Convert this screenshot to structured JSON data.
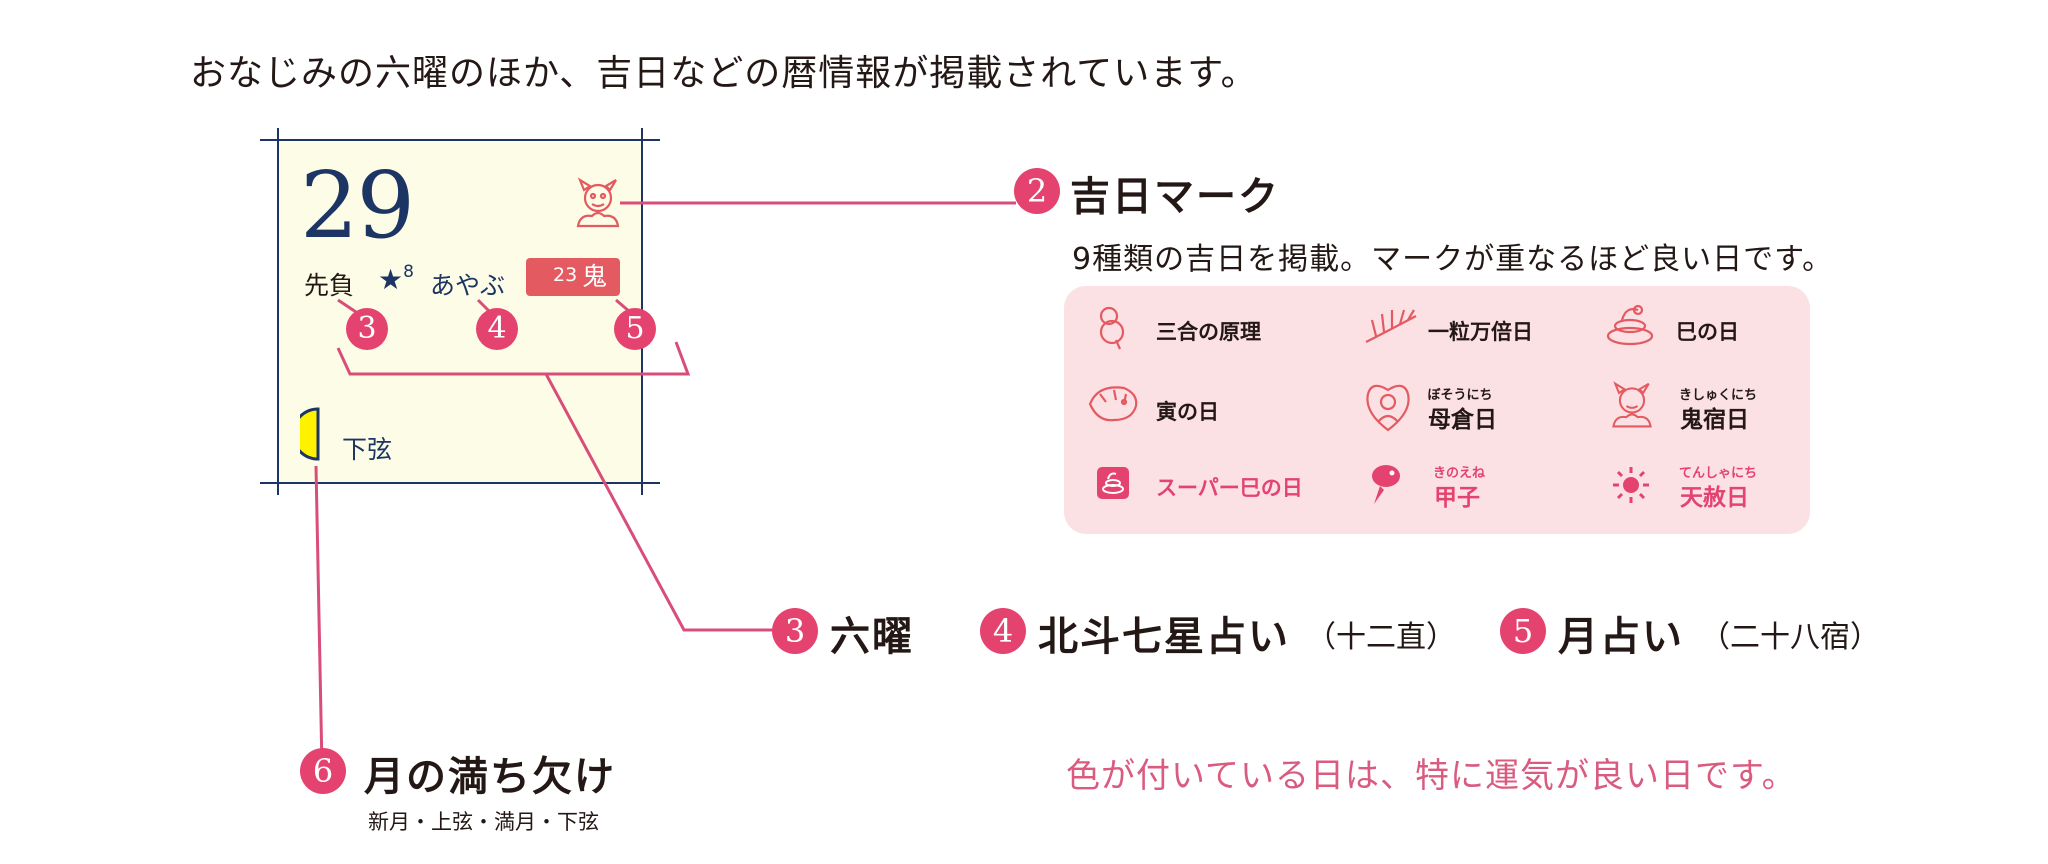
{
  "intro": "おなじみの六曜のほか、吉日などの暦情報が掲載されています。",
  "calendar": {
    "day": "29",
    "rokuyo": "先負",
    "star": "★",
    "star_num": "8",
    "hokuto": "あやぶ",
    "moon_age": "23",
    "mansion": "鬼",
    "phase": "下弦"
  },
  "markers": {
    "m2": "2",
    "m3": "3",
    "m4": "4",
    "m5": "5",
    "m6": "6"
  },
  "kichijitsu": {
    "title": "吉日マーク",
    "desc": "9種類の吉日を掲載。マークが重なるほど良い日です。"
  },
  "items": [
    {
      "label": "三合の原理",
      "ruby": "",
      "icon": "gourd-icon"
    },
    {
      "label": "一粒万倍日",
      "ruby": "",
      "icon": "rice-ear-icon"
    },
    {
      "label": "巳の日",
      "ruby": "",
      "icon": "snake-icon"
    },
    {
      "label": "寅の日",
      "ruby": "",
      "icon": "tiger-icon"
    },
    {
      "label": "母倉日",
      "ruby": "ぼそうにち",
      "icon": "mother-icon"
    },
    {
      "label": "鬼宿日",
      "ruby": "きしゅくにち",
      "icon": "oni-icon"
    },
    {
      "label": "スーパー巳の日",
      "ruby": "",
      "icon": "super-snake-icon"
    },
    {
      "label": "甲子",
      "ruby": "きのえね",
      "icon": "fish-icon"
    },
    {
      "label": "天赦日",
      "ruby": "てんしゃにち",
      "icon": "sun-icon"
    }
  ],
  "legend": {
    "rokuyo": "六曜",
    "hokuto": "北斗七星占い",
    "hokuto_paren": "（十二直）",
    "tsuki": "月占い",
    "tsuki_paren": "（二十八宿）",
    "phase_title": "月の満ち欠け",
    "phase_list": "新月・上弦・満月・下弦"
  },
  "note": "色が付いている日は、特に運気が良い日です。",
  "colors": {
    "accent": "#e4426f",
    "navy": "#1c3564",
    "panel": "#fbe0e4",
    "cell": "#fdfce6",
    "badge": "#e35b61"
  }
}
